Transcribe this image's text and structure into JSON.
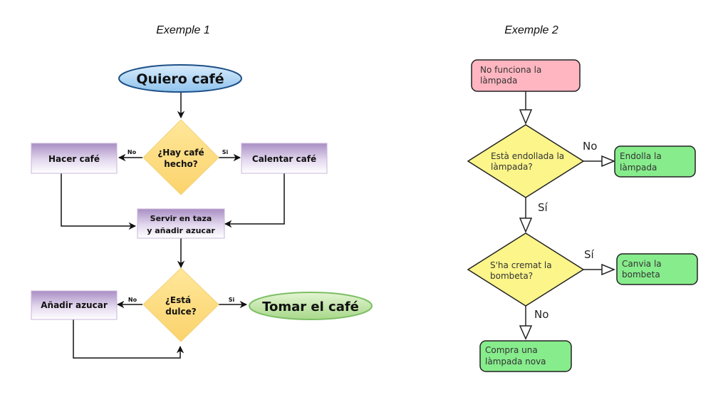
{
  "titles": {
    "example1": "Exemple 1",
    "example2": "Exemple 2"
  },
  "example1": {
    "start": "Quiero café",
    "decision1": [
      "¿Hay café",
      "hecho?"
    ],
    "no1": "No",
    "si1": "Si",
    "left1": "Hacer café",
    "right1": "Calentar café",
    "serve": [
      "Servir en taza",
      "y añadir azucar"
    ],
    "decision2": [
      "¿Está",
      "dulce?"
    ],
    "no2": "No",
    "si2": "Si",
    "left2": "Añadir azucar",
    "end": "Tomar el café"
  },
  "example2": {
    "start": [
      "No funciona la",
      "làmpada"
    ],
    "decision1": [
      "Està endollada la",
      "làmpada?"
    ],
    "no1": "No",
    "action1": [
      "Endolla la",
      "làmpada"
    ],
    "si1": "Sí",
    "decision2": [
      "S'ha cremat la",
      "bombeta?"
    ],
    "si2": "Sí",
    "action2": [
      "Canvia la",
      "bombeta"
    ],
    "no2": "No",
    "action3": [
      "Compra una",
      "làmpada nova"
    ]
  }
}
